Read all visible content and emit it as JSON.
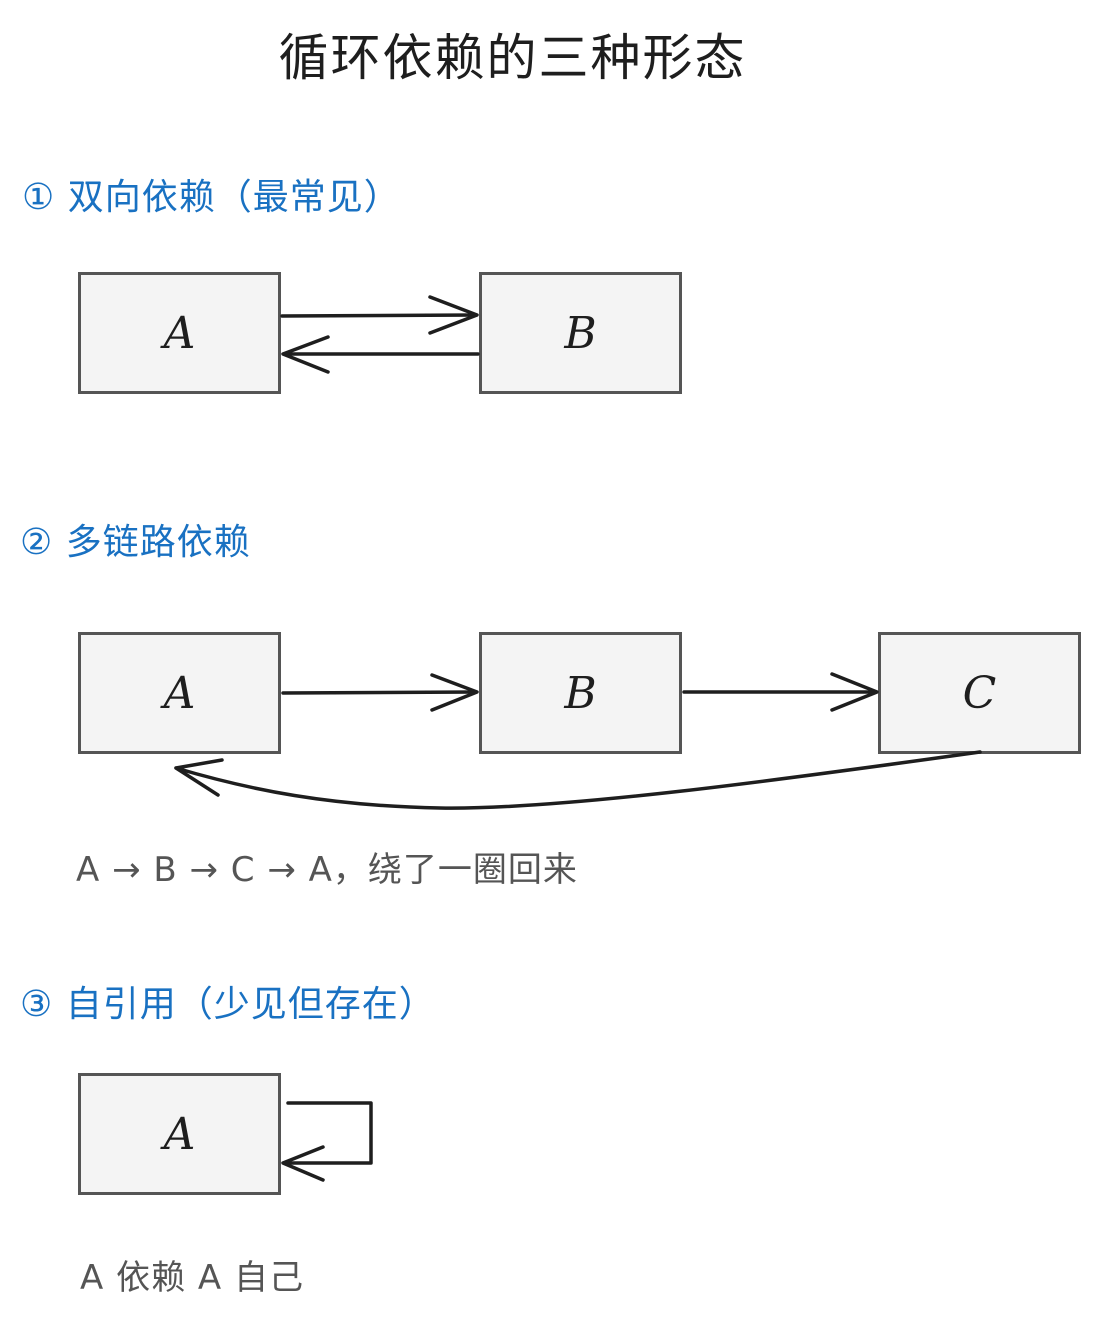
{
  "title": "循环依赖的三种形态",
  "sections": [
    {
      "heading": "① 双向依赖（最常见）",
      "nodes": [
        "A",
        "B"
      ]
    },
    {
      "heading": "② 多链路依赖",
      "nodes": [
        "A",
        "B",
        "C"
      ],
      "note": "A → B → C → A，绕了一圈回来"
    },
    {
      "heading": "③ 自引用（少见但存在）",
      "nodes": [
        "A"
      ],
      "note": "A 依赖 A 自己"
    }
  ],
  "colors": {
    "heading": "#1971c2",
    "box_fill": "#f4f4f4",
    "box_stroke": "#555555",
    "arrow": "#1e1e1e",
    "note": "#555555"
  }
}
